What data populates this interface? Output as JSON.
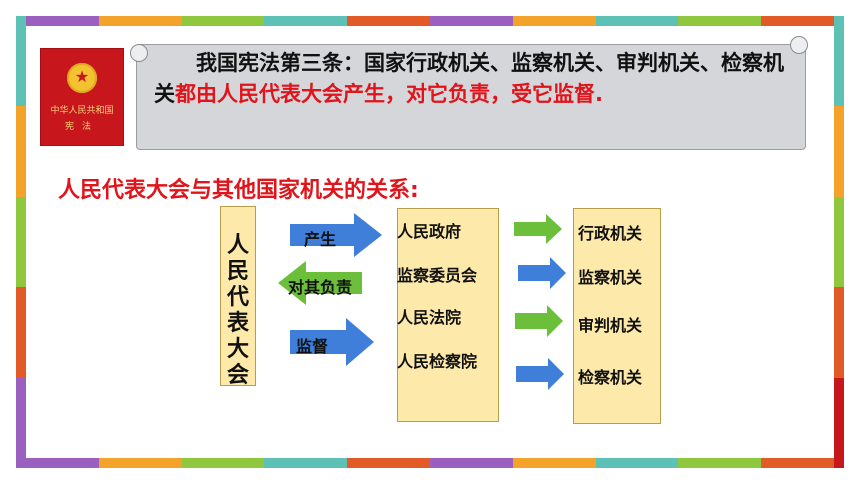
{
  "book": {
    "title": "中华人民共和国",
    "subtitle": "宪法"
  },
  "quote": {
    "normal": "我国宪法第三条：国家行政机关、监察机关、审判机关、检察机关",
    "highlight": "都由人民代表大会产生，对它负责，受它监督."
  },
  "section_title": "人民代表大会与其他国家机关的关系:",
  "npc": {
    "label": "人民代表大会"
  },
  "relations": {
    "produce": "产生",
    "responsible": "对其负责",
    "supervise": "监督"
  },
  "organs": [
    "人民政府",
    "监察委员会",
    "人民法院",
    "人民检察院"
  ],
  "agencies": [
    "行政机关",
    "监察机关",
    "审判机关",
    "检察机关"
  ],
  "colors": {
    "highlight_red": "#e0141a",
    "box_fill": "#fde9a9",
    "arrow_blue": "#3f7fd9",
    "arrow_green": "#6cbf3a",
    "border_palette": [
      "#f3a32a",
      "#5ec1b6",
      "#8fc83e",
      "#e25a25",
      "#9b5fc0"
    ]
  },
  "icons": {
    "emblem": "national-emblem-icon",
    "scroll": "scroll-banner-icon"
  }
}
